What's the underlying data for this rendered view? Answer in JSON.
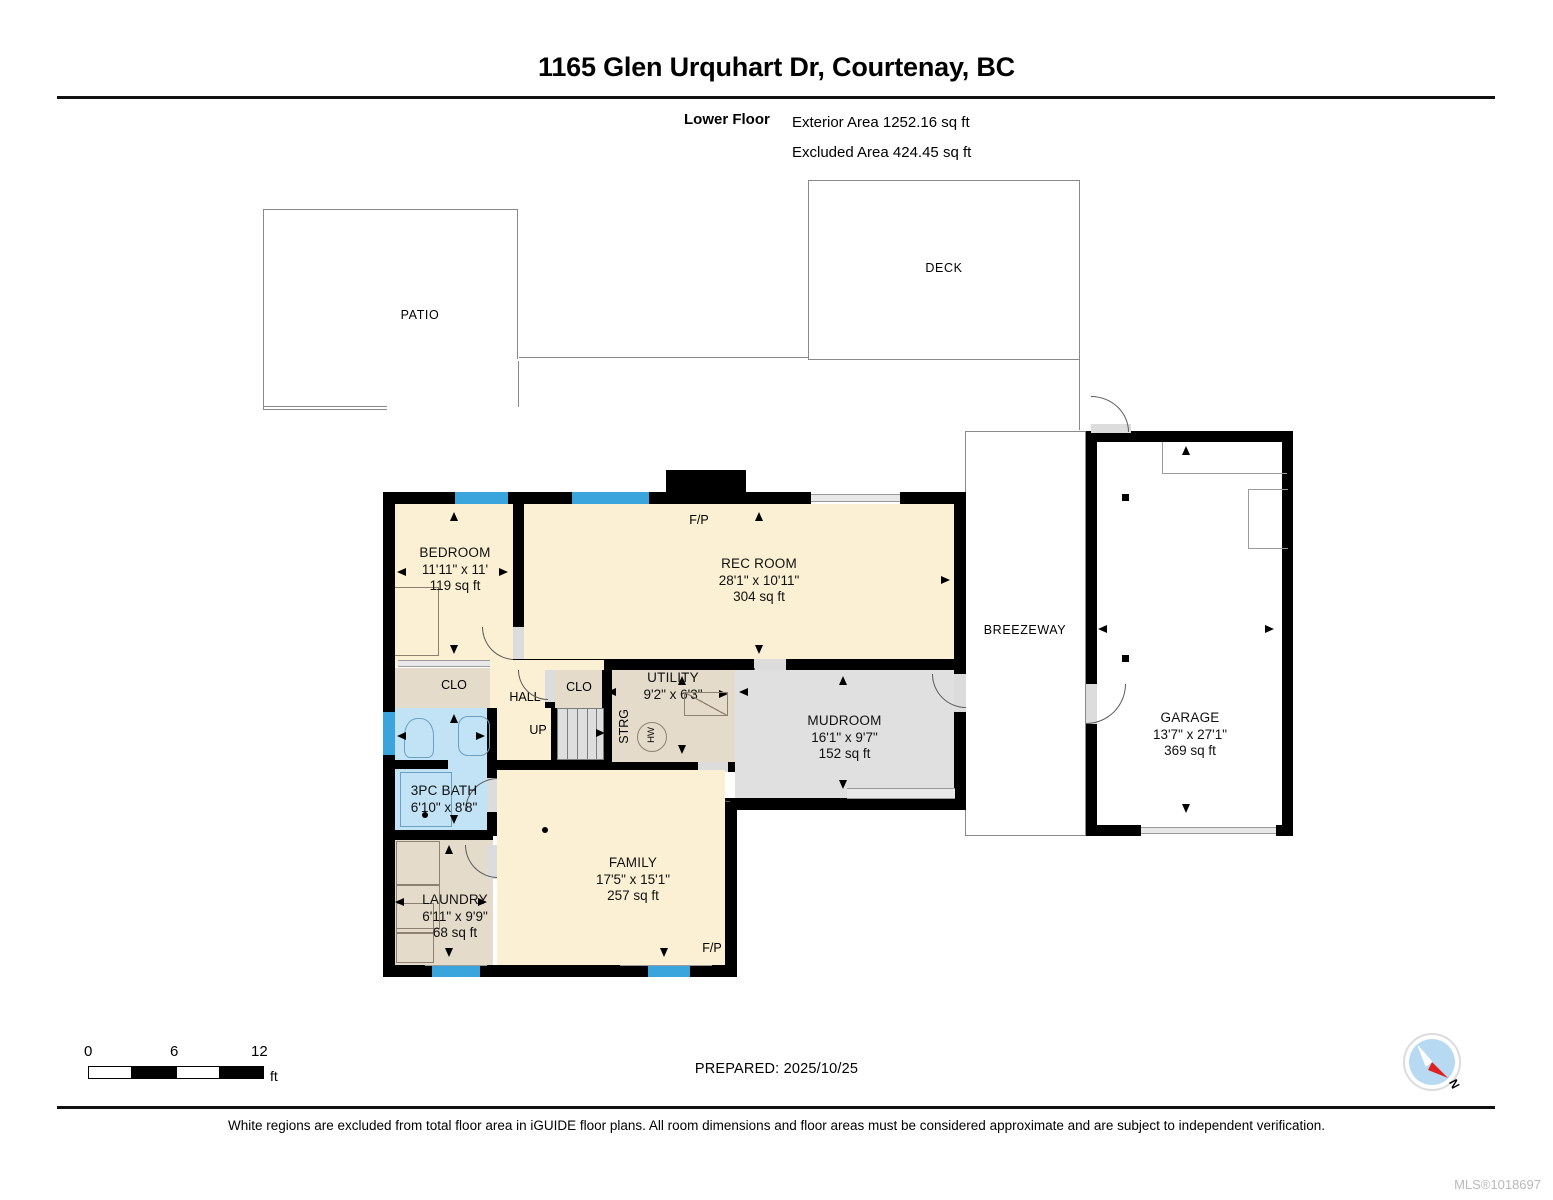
{
  "header": {
    "title": "1165 Glen Urquhart Dr, Courtenay, BC",
    "floor_name": "Lower Floor",
    "exterior_area": "Exterior Area 1252.16 sq ft",
    "excluded_area": "Excluded Area 424.45 sq ft"
  },
  "outline_regions": {
    "patio": "PATIO",
    "deck": "DECK",
    "breezeway": "BREEZEWAY"
  },
  "rooms": {
    "bedroom": {
      "name": "BEDROOM",
      "dim": "11'11\" x 11'",
      "area": "119 sq ft"
    },
    "rec_room": {
      "name": "REC ROOM",
      "dim": "28'1\" x 10'11\"",
      "area": "304 sq ft"
    },
    "utility": {
      "name": "UTILITY",
      "dim": "9'2\" x 6'3\"",
      "area": ""
    },
    "mudroom": {
      "name": "MUDROOM",
      "dim": "16'1\" x 9'7\"",
      "area": "152 sq ft"
    },
    "garage": {
      "name": "GARAGE",
      "dim": "13'7\" x 27'1\"",
      "area": "369 sq ft"
    },
    "bath": {
      "name": "3PC BATH",
      "dim": "6'10\" x 8'8\"",
      "area": ""
    },
    "laundry": {
      "name": "LAUNDRY",
      "dim": "6'11\" x 9'9\"",
      "area": "68 sq ft"
    },
    "family": {
      "name": "FAMILY",
      "dim": "17'5\" x 15'1\"",
      "area": "257 sq ft"
    }
  },
  "small_labels": {
    "clo_left": "CLO",
    "clo_mid": "CLO",
    "hall": "HALL",
    "up": "UP",
    "strg": "STRG",
    "hw": "HW",
    "fp_top": "F/P",
    "fp_bottom": "F/P"
  },
  "scale": {
    "ticks": [
      "0",
      "6",
      "12"
    ],
    "unit": "ft"
  },
  "footer": {
    "prepared": "PREPARED: 2025/10/25",
    "compass_n": "N",
    "disclaimer": "White regions are excluded from total floor area in iGUIDE floor plans. All room dimensions and floor areas must be considered approximate and are subject to independent verification.",
    "mls": "MLS®1018697"
  },
  "colors": {
    "wall": "#000000",
    "living_fill": "#fbf0d3",
    "service_fill": "#e4dbcb",
    "mudroom_fill": "#e0e0e0",
    "bath_fill": "#c2e2f5",
    "window": "#3aa5dc",
    "excluded_outline": "#8a8a8a"
  }
}
